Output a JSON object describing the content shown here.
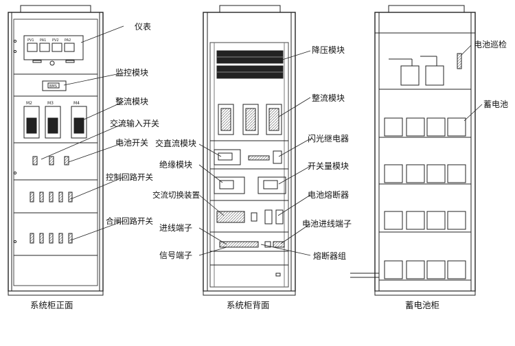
{
  "front": {
    "caption": "系统柜正面",
    "labels": [
      "仪表",
      "监控模块",
      "整流模块",
      "交流输入开关",
      "电池开关",
      "控制回路开关",
      "合闸回路开关"
    ],
    "meter_tags": [
      "PV1",
      "PA1",
      "PV2",
      "PA2"
    ],
    "module_tags": [
      "M2",
      "M3",
      "M4"
    ],
    "monitor_tag": "BMS"
  },
  "back": {
    "caption": "系统柜背面",
    "labels_right": [
      "降压模块",
      "整流模块",
      "闪光继电器",
      "开关量模块",
      "电池熔断器",
      "电池进线端子",
      "熔断器组"
    ],
    "labels_left": [
      "交直流模块",
      "绝缘模块",
      "交流切换装置",
      "进线端子",
      "信号端子"
    ]
  },
  "battery": {
    "caption": "蓄电池柜",
    "labels": [
      "电池巡检",
      "蓄电池"
    ]
  }
}
